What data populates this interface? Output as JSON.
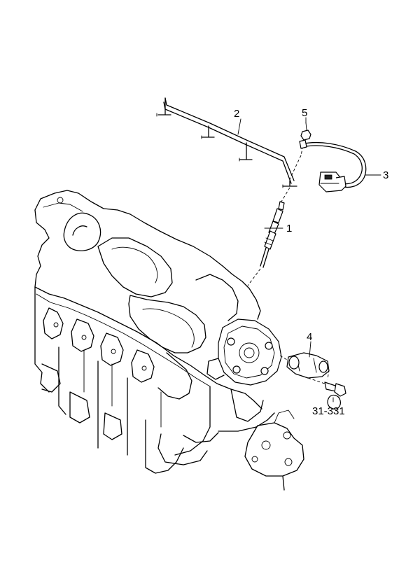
{
  "callouts": {
    "glow_plug": "1",
    "bus_bar": "2",
    "wire_harness": "3",
    "bracket": "4",
    "nut": "5",
    "ref_bolt": "31-331"
  }
}
